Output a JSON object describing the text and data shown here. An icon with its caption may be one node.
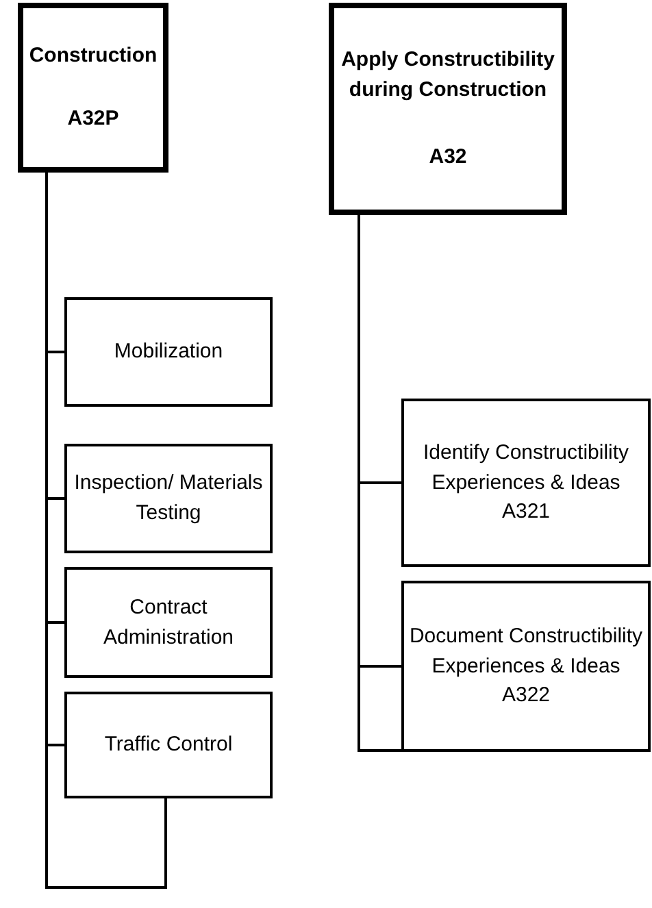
{
  "diagram": {
    "nodes": [
      {
        "text": [
          "Construction",
          "A32P"
        ]
      },
      {
        "text": [
          "Mobilization"
        ]
      },
      {
        "text": [
          "Inspection/ Materials Testing"
        ]
      },
      {
        "text": [
          "Contract Administration"
        ]
      },
      {
        "text": [
          "Traffic Control"
        ]
      },
      {
        "text": [
          "Apply Constructibility during Construction",
          "A32"
        ]
      },
      {
        "text": [
          "Identify Constructibility Experiences & Ideas",
          "A321"
        ]
      },
      {
        "text": [
          "Document Constructibility Experiences & Ideas",
          "A322"
        ]
      }
    ],
    "edges": [
      {
        "from": 0,
        "to": 1,
        "arrow": "none"
      },
      {
        "from": 0,
        "to": 2,
        "arrow": "none"
      },
      {
        "from": 0,
        "to": 3,
        "arrow": "none"
      },
      {
        "from": 0,
        "to": 4,
        "arrow": "none"
      },
      {
        "from": 5,
        "to": 6,
        "arrow": "none"
      },
      {
        "from": 5,
        "to": 7,
        "arrow": "none"
      }
    ]
  }
}
